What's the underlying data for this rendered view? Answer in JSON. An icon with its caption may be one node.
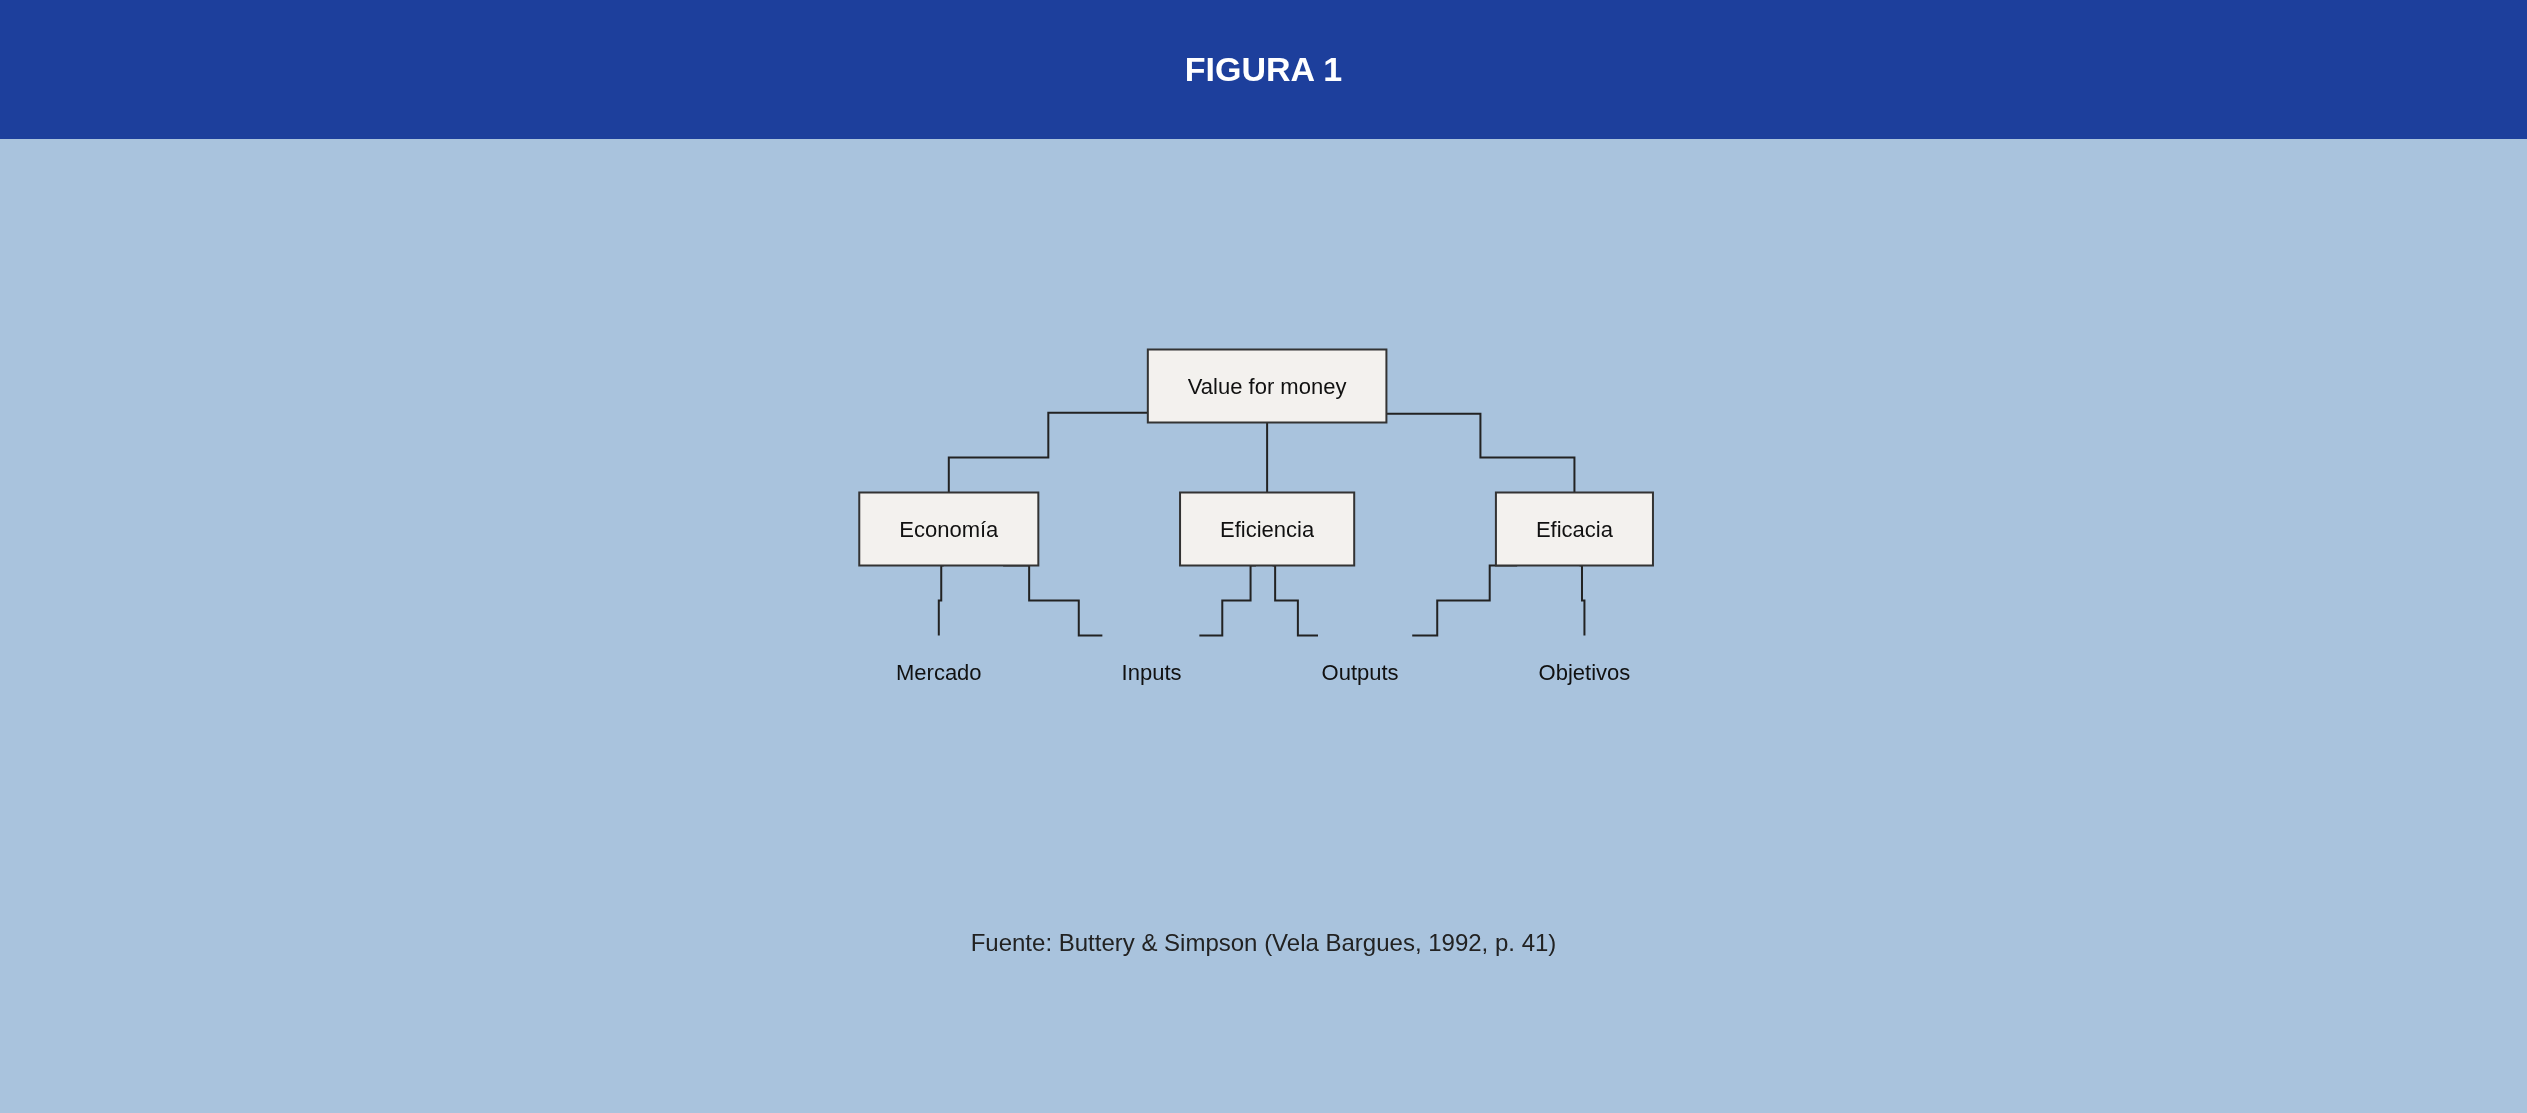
{
  "diagram": {
    "title": "FIGURA 1",
    "caption": "Fuente: Buttery & Simpson (Vela Bargues, 1992, p. 41)",
    "nodes": [
      {
        "text": [
          "Value for money"
        ]
      },
      {
        "text": [
          "Economía"
        ]
      },
      {
        "text": [
          "Eficiencia"
        ]
      },
      {
        "text": [
          "Eficacia"
        ]
      },
      {
        "text": [
          "Mercado"
        ]
      },
      {
        "text": [
          "Inputs"
        ]
      },
      {
        "text": [
          "Outputs"
        ]
      },
      {
        "text": [
          "Objetivos"
        ]
      }
    ],
    "edges": [
      {
        "from": 0,
        "to": 1,
        "arrow": "none"
      },
      {
        "from": 0,
        "to": 2,
        "arrow": "none"
      },
      {
        "from": 0,
        "to": 3,
        "arrow": "none"
      },
      {
        "from": 1,
        "to": 4,
        "arrow": "none"
      },
      {
        "from": 1,
        "to": 5,
        "arrow": "none"
      },
      {
        "from": 2,
        "to": 5,
        "arrow": "none"
      },
      {
        "from": 2,
        "to": 6,
        "arrow": "none"
      },
      {
        "from": 3,
        "to": 6,
        "arrow": "none"
      },
      {
        "from": 3,
        "to": 7,
        "arrow": "none"
      }
    ]
  }
}
